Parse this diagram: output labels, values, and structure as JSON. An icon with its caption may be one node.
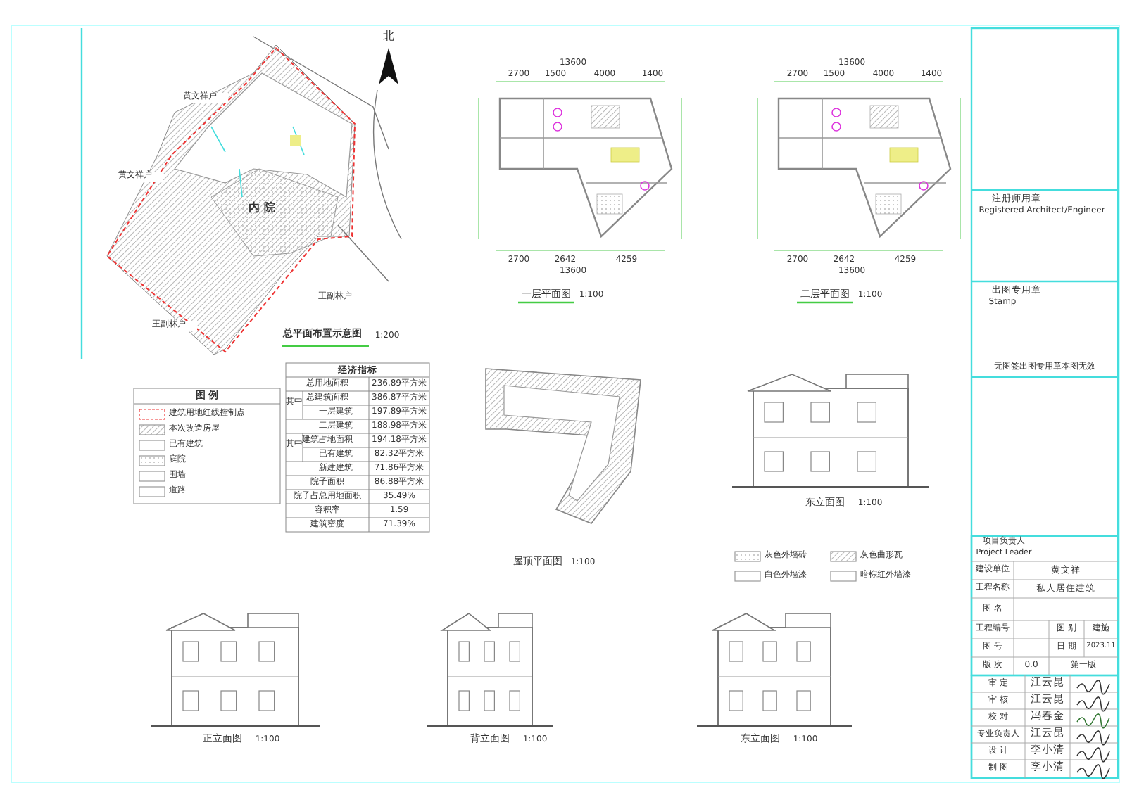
{
  "diagram": {
    "labels": [
      "北",
      "黄文祥户",
      "内 院",
      "黄文祥户",
      "王副林户",
      "王副林户",
      "总平面布置示意图",
      "1:200",
      "经济指标",
      "总用地面积",
      "236.89平方米",
      "总建筑面积",
      "386.87平方米",
      "其中",
      "一层建筑",
      "197.89平方米",
      "二层建筑",
      "188.98平方米",
      "建筑占地面积",
      "194.18平方米",
      "其中",
      "已有建筑",
      "82.32平方米",
      "新建建筑",
      "71.86平方米",
      "院子面积",
      "86.88平方米",
      "院子占总用地面积",
      "35.49%",
      "容积率",
      "1.59",
      "建筑密度",
      "71.39%",
      "图 例",
      "一层平面图",
      "1:100",
      "二层平面图",
      "1:100",
      "屋顶平面图",
      "1:100",
      "东立面图",
      "1:100",
      "正立面图",
      "1:100",
      "背立面图",
      "1:100",
      "东立面图",
      "1:100",
      "13600",
      "2700",
      "1500",
      "4000",
      "1400",
      "2700",
      "2642",
      "4259",
      "13600",
      "13600",
      "2700",
      "1500",
      "4000",
      "1400",
      "2700",
      "2642",
      "4259",
      "13600",
      "注册师用章",
      "Registered Architect/Engineer",
      "出图专用章",
      "Stamp",
      "无图签出图专用章本图无效",
      "项目负责人",
      "Project Leader",
      "建设单位",
      "黄文祥",
      "工程名称",
      "私人居住建筑",
      "图 名",
      "工程编号",
      "图 别",
      "建施",
      "图 号",
      "日 期",
      "2023.11",
      "版 次",
      "0.0",
      "第一版",
      "审 定",
      "江云昆",
      "审 核",
      "江云昆",
      "校 对",
      "冯春金",
      "专业负责人",
      "江云昆",
      "设 计",
      "李小清",
      "制 图",
      "李小清"
    ],
    "legend": [
      {
        "text": "建筑用地红线控制点"
      },
      {
        "text": "本次改造房屋"
      },
      {
        "text": "已有建筑"
      },
      {
        "text": "庭院"
      },
      {
        "text": "围墙"
      },
      {
        "text": "道路"
      },
      {
        "text": "灰色外墙砖"
      },
      {
        "text": "灰色曲形瓦"
      },
      {
        "text": "白色外墙漆"
      },
      {
        "text": "暗棕红外墙漆"
      }
    ]
  }
}
